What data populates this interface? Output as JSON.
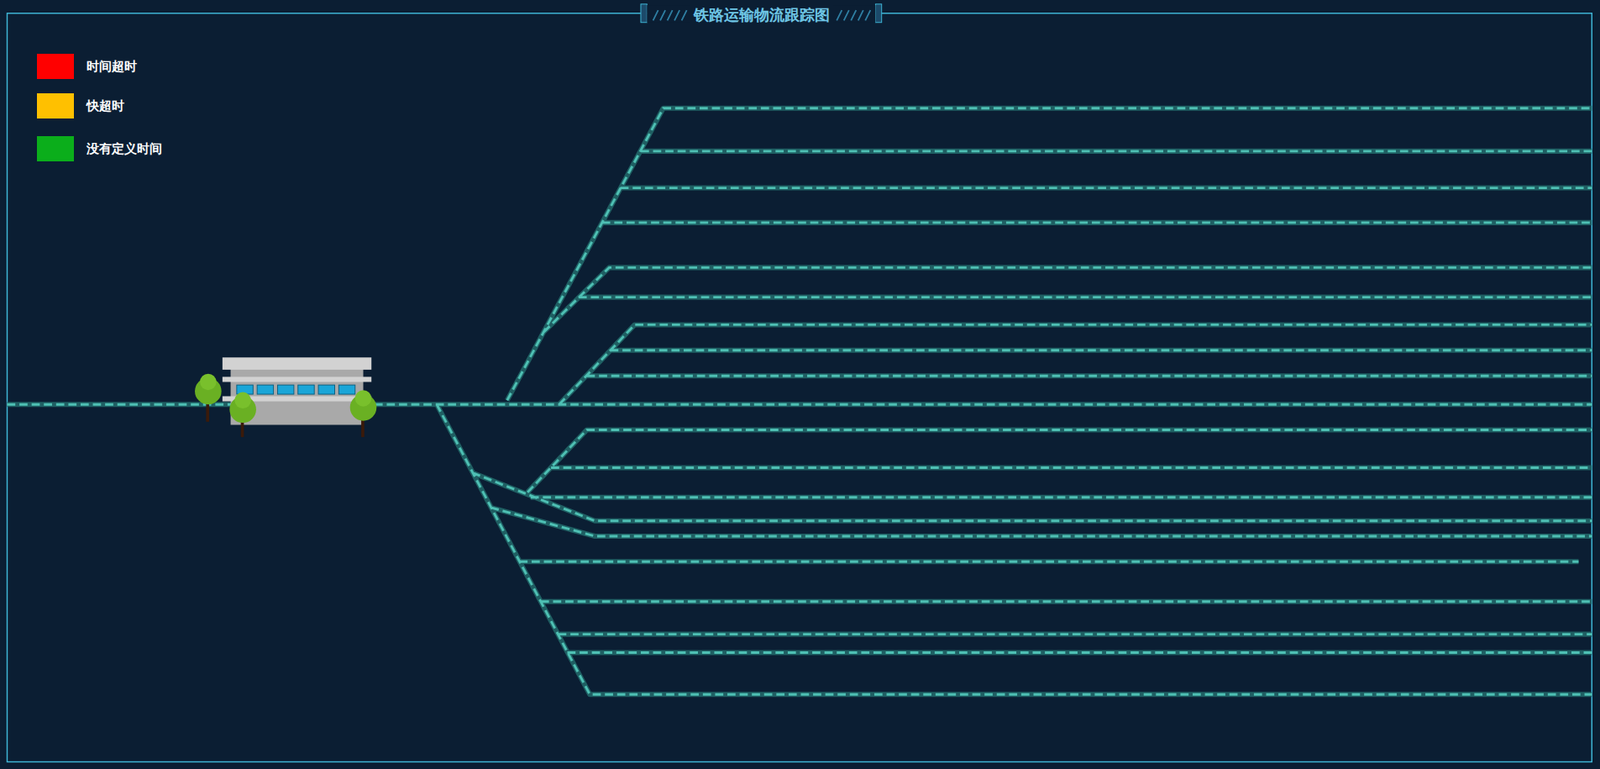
{
  "diagram": {
    "title": "铁路运输物流跟踪图",
    "legend": [
      {
        "text": "时间超时",
        "color": "#ff0000"
      },
      {
        "text": "快超时",
        "color": "#ffc000"
      },
      {
        "text": "没有定义时间",
        "color": "#0bae1b"
      }
    ]
  }
}
